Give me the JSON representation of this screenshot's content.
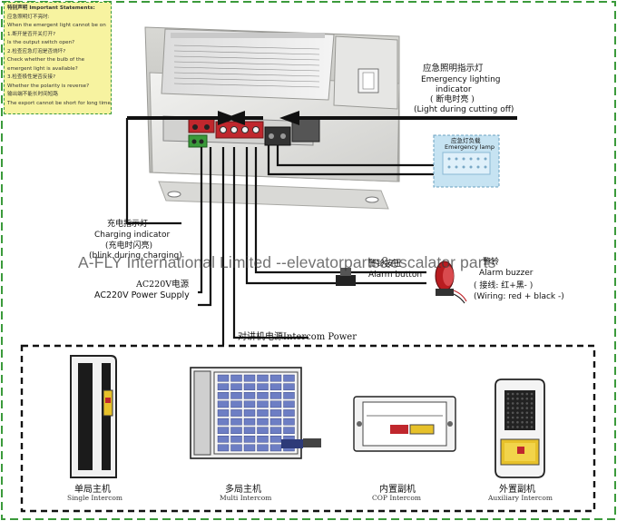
{
  "statements": {
    "title_cn": "特别声明",
    "title_en": "Important Statements:",
    "lines": [
      "应急照明灯不亮时:",
      "When the emergent light cannot be on",
      "1.断开是否开关打开?",
      "Is the output switch open?",
      "2.检查应急灯泡是否烧坏?",
      "Check whether the bulb of the",
      "emergent light is available?",
      "3.检查极性是否反接?",
      "Whether the polarity is reverse?",
      "输出端不能长时间短路",
      "The export cannot be short for long time"
    ]
  },
  "labels": {
    "emergency_indicator_cn": "应急照明指示灯",
    "emergency_indicator_en1": "Emergency lighting",
    "emergency_indicator_en2": "indicator",
    "emergency_indicator_cn2": "( 断电时亮 )",
    "emergency_indicator_en3": "(Light during cutting off)",
    "emergency_lamp_cn": "应急灯负载",
    "emergency_lamp_en": "Emergency lamp",
    "charging_cn": "充电指示灯",
    "charging_en": "Charging indicator",
    "charging_cn2": "(充电时闪亮)",
    "charging_en2": "(blink during charging)",
    "ac_cn": "AC220V电源",
    "ac_en": "AC220V Power Supply",
    "alarm_button_cn": "警铃按钮",
    "alarm_button_en": "Alarm button",
    "alarm_buzzer_cn": "警铃",
    "alarm_buzzer_en": "Alarm buzzer",
    "wiring_cn": "( 接线: 红+黑- )",
    "wiring_en": "(Wiring: red + black -)",
    "intercom_power": "对讲机电源Intercom Power",
    "watermark": "A-FLY International Limited --elevatorparts&escalator parts"
  },
  "intercoms": [
    {
      "cn": "单局主机",
      "en": "Single Intercom"
    },
    {
      "cn": "多局主机",
      "en": "Multi Intercom"
    },
    {
      "cn": "内置副机",
      "en": "COP Intercom"
    },
    {
      "cn": "外置副机",
      "en": "Auxiliary Intercom"
    }
  ],
  "colors": {
    "border_green": "#3b9a3b",
    "note_bg": "#f7f3a0",
    "device_gray": "#e4e4e2",
    "terminal_red": "#c0272d",
    "terminal_green": "#3a9a3a"
  }
}
